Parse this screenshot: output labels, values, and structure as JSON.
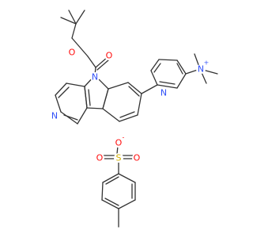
{
  "colors": {
    "bond": "#333333",
    "nitrogen": "#3050F8",
    "oxygen": "#FF0D0D",
    "sulfur": "#D2B000"
  },
  "atom_labels": {
    "boc_o_carbonyl": "O",
    "boc_o_ester": "O",
    "indole_n": "N",
    "pyridine_n": "N",
    "pyridyl_n": "N",
    "ammonium_n": "N",
    "ammonium_charge": "+",
    "sulfonate_s": "S",
    "sulfonate_o_minus": "O",
    "sulfonate_o_minus_charge": "-",
    "sulfonate_o_left": "O",
    "sulfonate_o_right": "O"
  }
}
